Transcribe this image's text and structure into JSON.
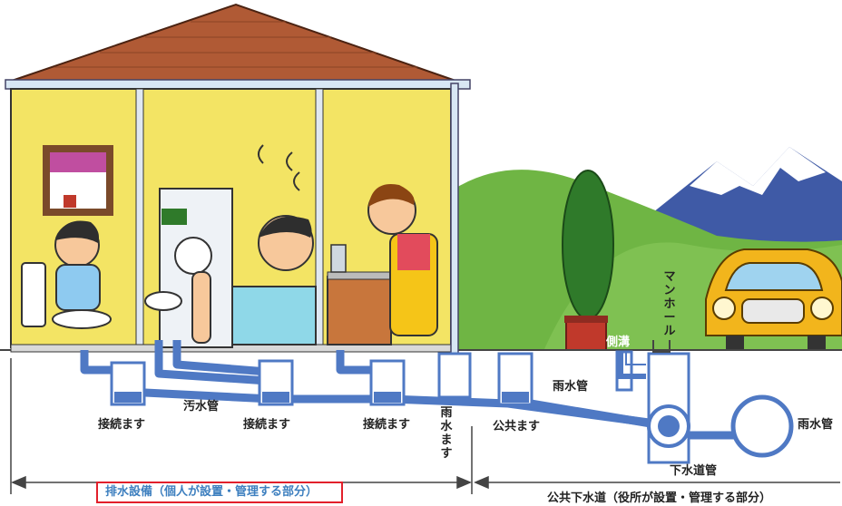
{
  "labels": {
    "connection_box_1": "接続ます",
    "sewage_pipe": "汚水管",
    "connection_box_2": "接続ます",
    "connection_box_3": "接続ます",
    "rainwater_box": "雨水ます",
    "public_box": "公共ます",
    "rainwater_pipe_1": "雨水管",
    "side_ditch": "側溝",
    "manhole": "マンホール",
    "rainwater_pipe_2": "雨水管",
    "sewer_main": "下水道管"
  },
  "captions": {
    "private_section": "排水設備（個人が設置・管理する部分）",
    "public_section": "公共下水道（役所が設置・管理する部分）"
  },
  "colors": {
    "wall": "#f3e464",
    "roof": "#b05a35",
    "pipe": "#4f79c4",
    "pipe_light": "#dce8f7",
    "hill": "#6fb544",
    "mountain": "#3f5aa6",
    "highlight_border": "#e2202b",
    "car": "#f2b51c"
  }
}
